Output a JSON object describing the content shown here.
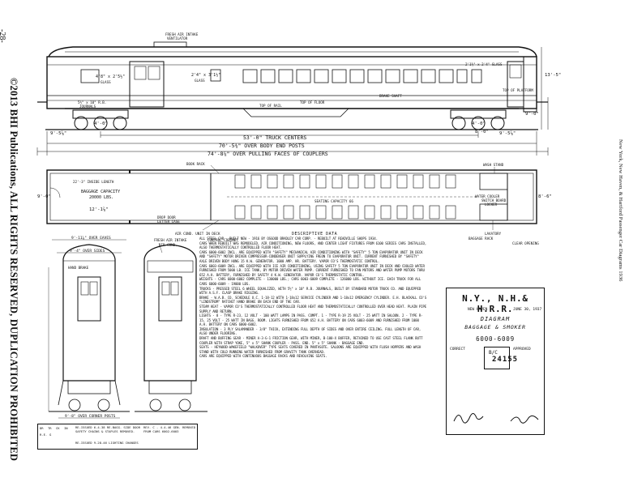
{
  "page_number": "-28-",
  "copyright": "©2013 BHI Publications, ALL RIGHTS RESERVED, DUPLICATION PROHIBITED",
  "caption": "New York, New Haven, & Hartford     Passenger Car Diagrams 1936",
  "side_elevation": {
    "labels": {
      "fresh_air_intake": "FRESH AIR INTAKE",
      "ventilator": "VENTILATOR",
      "glass_left": "4'8\" x 2'5½\"",
      "glass_left2": "GLASS",
      "glass_mid": "2'4\" x 3'1½\"",
      "glass_mid2": "GLASS",
      "glass_right": "2'1½\" x 2'4\"  GLASS",
      "journals": "5½\" x 10\" R.B.",
      "journals2": "JOURNALS",
      "top_of_rail": "TOP OF RAIL",
      "top_of_floor": "TOP OF FLOOR",
      "brake_shaft": "BRAKE SHAFT",
      "top_of_platform": "TOP OF PLATFORM",
      "height_13": "13'-5\"",
      "height_9": "9'-0\""
    },
    "dims": {
      "truck_centers": "53'-0\" TRUCK CENTERS",
      "body_end_posts": "70'-5⅜\" OVER BODY END POSTS",
      "couplers": "74'-8⅞\" OVER PULLING FACES OF COUPLERS",
      "wheelbase_left": "4'-0\"",
      "wheelbase_right": "4'-0\"",
      "overhang_left": "9'-5⅞\"",
      "overhang_right": "8'-0\"",
      "overhang_right2": "9'-5⅞\""
    }
  },
  "floor_plan": {
    "labels": {
      "book_rack": "BOOK RACK",
      "baggage_capacity": "BAGGAGE CAPACITY",
      "baggage_lbs": "20000 LBS.",
      "baggage_dim": "22'-3\" INSIDE LENGTH",
      "inside_height": "12'-1⅞\"",
      "drop_door": "DROP DOOR",
      "letter_case": "LETTER CASE",
      "seating": "SEATING CAPACITY 66",
      "wash_stand": "WASH STAND",
      "water_cooler": "WATER COOLER",
      "switch_board": "SWITCH BOARD",
      "locker": "LOCKER",
      "air_cond_unit": "AIR COND. UNIT IN DECK",
      "control_cabinet": "CONTROL CABINET",
      "lavatory": "LAVATORY",
      "baggage_rack": "BAGGAGE RACK",
      "clear_opening": "CLEAR OPENING",
      "width_left": "9'-0\"",
      "width_right": "8'-6\""
    }
  },
  "end_views": {
    "left": {
      "width_top": "9'-11⅞\" OVER EAVES",
      "width_mid": "9'-4\" OVER SIDES",
      "hand_brake": "HAND BRAKE",
      "over_corner_posts": "9'-8\" OVER CORNER POSTS"
    },
    "right": {
      "fresh_air": "FRESH AIR INTAKE",
      "air_cond": "AIR COND."
    }
  },
  "notes_heading": "DESCRIPTIVE DATA",
  "notes": [
    "ALL STEEL CAR - BUILT NEW - 1916 BY OSGOOD BRADLEY CAR CORP. - REBUILT AT READVILLE SHOPS 1934.",
    "CARS WHEN REBUILT WAS REMODELED, AIR CONDITIONING, NEW FLOORS, AND CENTER LIGHT FIXTURES FROM 6100 SERIES CARS INSTALLED, ALSO THERMOSTATICALLY CONTROLLED FLOOR HEAT.",
    "CARS 6000-6002 INCL. ARE EQUIPPED WITH \"SAFETY\" MECHANICAL AIR CONDITIONING WITH \"SAFETY\" 5 TON EVAPORATOR UNIT IN DECK AND \"SAFETY\" MOTOR DRIVEN COMPRESSOR-CONDENSER UNIT SUPPLYING FREON TO EVAPORATOR UNIT. CURRENT FURNISHED BY \"SAFETY\" AXLE DRIVEN BODY HUNG 15 K.W. GENERATOR. 1000 AMP. HR. BATTERY. VAPOR CO'S THERMOSTATIC CONTROL.",
    "CARS 6003-6009 INCL. ARE EQUIPPED WITH ICE AIR CONDITIONING, USING SAFETY 5 TON EVAPORATOR UNIT IN DECK AND COOLED WATER FURNISHED FROM 5000 LB. ICE TANK, BY MOTOR DRIVEN WATER PUMP. CURRENT FURNISHED TO FAN MOTORS AND WATER PUMP MOTORS THRU 652 A.H. BATTERY, FURNISHED BY SAFETY 4 K.W. GENERATOR. VAPOR CO'S THERMOSTATIC CONTROL.",
    "WEIGHTS - CARS 6000-6002 COMPLETE - 130000 LBS.; CARS 6003-6009 COMPLETE - 126000 LBS. WITHOUT ICE. EACH TRUCK FOR ALL CARS 6000-6009 - 19000 LBS.",
    "TRUCKS - PRESSED STEEL 6 WHEEL EQUALIZED, WITH 5½\" x 10\" R.B. JOURNALS, BUILT BY STANDARD MOTOR TRUCK CO. AND EQUIPPED WITH A.S.F. CLASP BRAKE RIGGING.",
    "BRAKE - W.A.B. CO. SCHEDULE U.C. 1-18-12 WITH 1-18x12 SERVICE CYLINDER AND 1-18x12 EMERGENCY CYLINDER. E.H. BLACKALL CO'S \"LINDSTROM\" RATCHET HAND BRAKE ON EACH END OF THE CAR.",
    "STEAM HEAT - VAPOR CO'S THERMOSTATICALLY CONTROLLED FLOOR HEAT AND THERMOSTATICALLY CONTROLLED OVER HEAD HEAT. PLAIN PIPE SUPPLY AND RETURN.",
    "LIGHTS - 8 - TYPE R-23, 12 VOLT - 100 WATT LAMPS IN PASS. COMPT. 1 - TYPE R-19 25 VOLT - 25 WATT IN SALOON. 2 - TYPE R-15, 25 VOLT - 25 WATT IN BAGG. ROOM. LIGHTS FURNISHED FROM 652 A.H. BATTERY ON CARS 6003-6009 AND FURNISHED FROM 1000 A.H. BATTERY ON CARS 6000-6002.",
    "INSULATION - 3 PLY SALAMANDER - 3/8\" THICK, EXTENDING FULL DEPTH OF SIDES AND OVER ENTIRE CEILING. FULL LENGTH OF CAR, ALSO UNDER FLOORING.",
    "DRAFT AND BUFFING GEAR - MINER A-3-G-1 FRICTION GEAR, WITH MINER, B-100-X BUFFER, RETAINED TO USE CAST STEEL FLANK BUTT COUPLER WITH STRAP YOKE, 5\" x 5\" SHANK COUPLER - PASS. END. 5\" x 5\" SHANK - BAGGAGE END.",
    "SEATS - HEYWOOD-WAKEFIELD \"WALKOVER\" TYPE SEATS COVERED IN PANTASOTE. SALOONS ARE EQUIPPED WITH FLUSH HOPPERS AND WASH STAND WITH COLD RUNNING WATER FURNISHED FROM GRAVITY TANK OVERHEAD.",
    "CARS ARE EQUIPPED WITH CONTINUOUS BAGGAGE RACKS AND REVOLVING SEATS."
  ],
  "title_block": {
    "railroad": "N.Y., N.H.& H.R.R.",
    "location": "NEW HAVEN",
    "date": "JUNE 30, 1937",
    "diagram": "DIAGRAM",
    "subtitle": "BAGGAGE & SMOKER",
    "numbers": "6000-6009",
    "correct": "CORRECT",
    "approved": "APPROVED",
    "dwg_number": "24155",
    "box_label": "B/C"
  },
  "revision_table": {
    "headers": [
      "DR",
      "TR",
      "CK",
      "IN"
    ],
    "row1": [
      "R.E.",
      "G"
    ],
    "note1": "RE-ISSUED 6-4-38 RE-BAGG. SIDE DOOR SAFETY CHAINS & STAPLES REMOVED.",
    "note2": "RE-ISSUED 9-28-46 LIGHTING CHANGES",
    "note3": "REV. C - 4-4-46 GEN. REMOVED FROM CARS 6002-6003"
  }
}
